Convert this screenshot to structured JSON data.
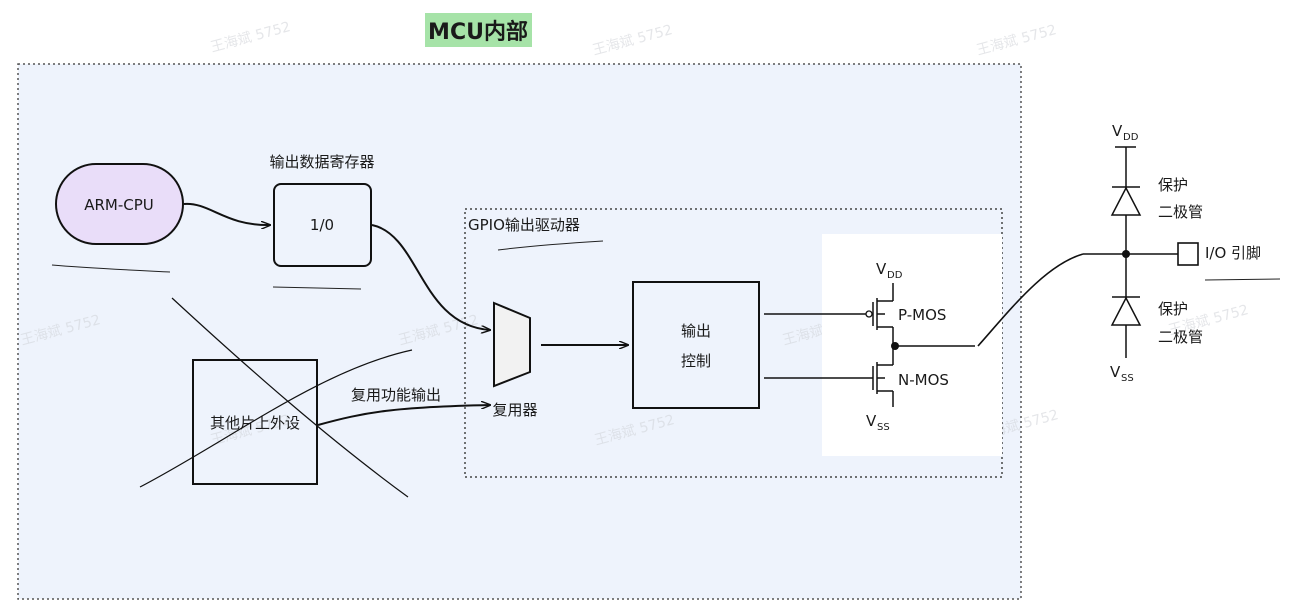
{
  "title": "MCU内部",
  "watermark": "王海斌 5752",
  "cpu_label": "ARM-CPU",
  "register": {
    "caption": "输出数据寄存器",
    "value": "1/0"
  },
  "driver_caption": "GPIO输出驱动器",
  "peripheral_label": "其他片上外设",
  "alt_function_label": "复用功能输出",
  "mux_label": "复用器",
  "output_control": {
    "line1": "输出",
    "line2": "控制"
  },
  "transistors": {
    "vdd": {
      "main": "V",
      "sub": "DD"
    },
    "vss": {
      "main": "V",
      "sub": "SS"
    },
    "pmos": "P-MOS",
    "nmos": "N-MOS"
  },
  "protection": {
    "vdd": {
      "main": "V",
      "sub": "DD"
    },
    "vss": {
      "main": "V",
      "sub": "SS"
    },
    "upper": {
      "line1": "保护",
      "line2": "二极管"
    },
    "lower": {
      "line1": "保护",
      "line2": "二极管"
    },
    "pin_label": "I/O 引脚"
  },
  "colors": {
    "title_bg": "#a6e3a8",
    "panel_bg": "#eef3fc",
    "cpu_fill": "#e9ddf9",
    "mux_fill": "#f2f2f2",
    "line": "#111111"
  }
}
